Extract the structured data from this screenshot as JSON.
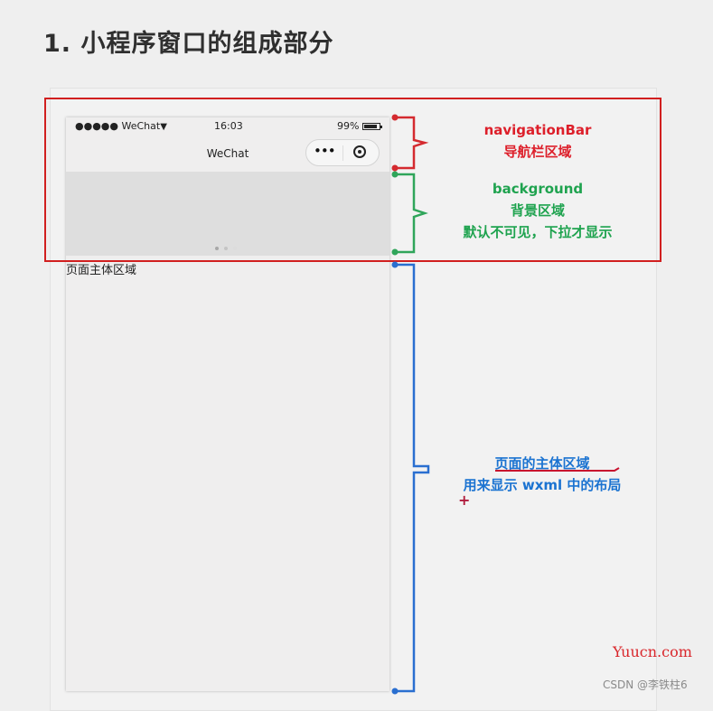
{
  "heading": "1. 小程序窗口的组成部分",
  "phone": {
    "status_bar": {
      "carrier": "●●●●● WeChat",
      "time": "16:03",
      "battery": "99%"
    },
    "nav_bar": {
      "title": "WeChat",
      "menu_dots": "•••"
    },
    "page_body_label": "页面主体区域"
  },
  "annotations": {
    "navigation_bar": {
      "line1": "navigationBar",
      "line2": "导航栏区域",
      "color": "#dd1f2a"
    },
    "background": {
      "line1": "background",
      "line2": "背景区域",
      "line3": "默认不可见，下拉才显示",
      "color": "#1fa34f"
    },
    "main_body": {
      "line1": "页面的主体区域",
      "line2": "用来显示 wxml 中的布局",
      "color": "#1b73d1"
    }
  },
  "plus_mark": "+",
  "watermarks": {
    "site": "Yuucn.com",
    "csdn": "CSDN @李铁柱6"
  },
  "colors": {
    "frame_red": "#d11f1f",
    "bracket_red": "#d42a2f",
    "bracket_green": "#2fa55a",
    "bracket_blue": "#2a6fd0"
  }
}
